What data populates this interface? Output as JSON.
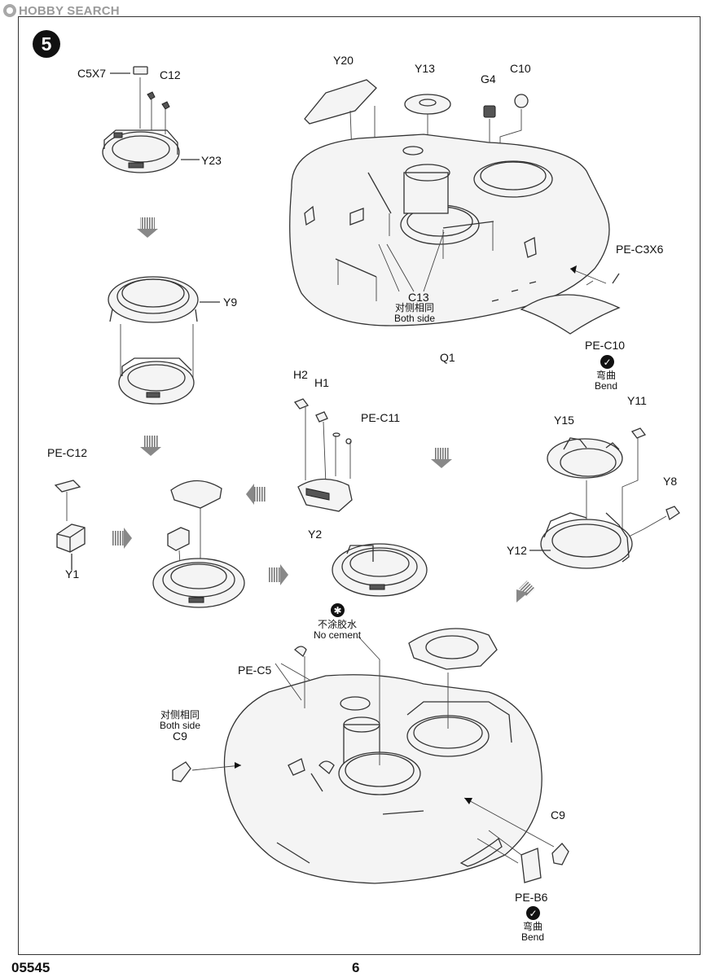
{
  "watermark": {
    "text": "HOBBY SEARCH"
  },
  "step": {
    "number": "5"
  },
  "labels": {
    "c5x7": "C5X7",
    "c12": "C12",
    "y23": "Y23",
    "y9": "Y9",
    "y20": "Y20",
    "y13": "Y13",
    "g4": "G4",
    "c10": "C10",
    "pe_c3x6": "PE-C3X6",
    "c13": "C13",
    "q1": "Q1",
    "pe_c10": "PE-C10",
    "h2": "H2",
    "h1": "H1",
    "pe_c11": "PE-C11",
    "y2": "Y2",
    "pe_c12": "PE-C12",
    "y1": "Y1",
    "y15": "Y15",
    "y11": "Y11",
    "y8": "Y8",
    "y12": "Y12",
    "pe_c5": "PE-C5",
    "c9_left": "C9",
    "c9_right": "C9",
    "pe_b6": "PE-B6"
  },
  "notes": {
    "c13_both_cn": "对侧相同",
    "c13_both_en": "Both side",
    "pe_c10_bend_cn": "弯曲",
    "pe_c10_bend_en": "Bend",
    "no_cement_cn": "不涂胶水",
    "no_cement_en": "No cement",
    "c9_both_cn": "对侧相同",
    "c9_both_en": "Both side",
    "pe_b6_bend_cn": "弯曲",
    "pe_b6_bend_en": "Bend"
  },
  "icons": {
    "bend_icon": "checkmark-circle",
    "no_cement_icon": "asterisk-circle",
    "arrow_icon": "striped-arrow"
  },
  "footer": {
    "code": "05545",
    "page": "6"
  }
}
